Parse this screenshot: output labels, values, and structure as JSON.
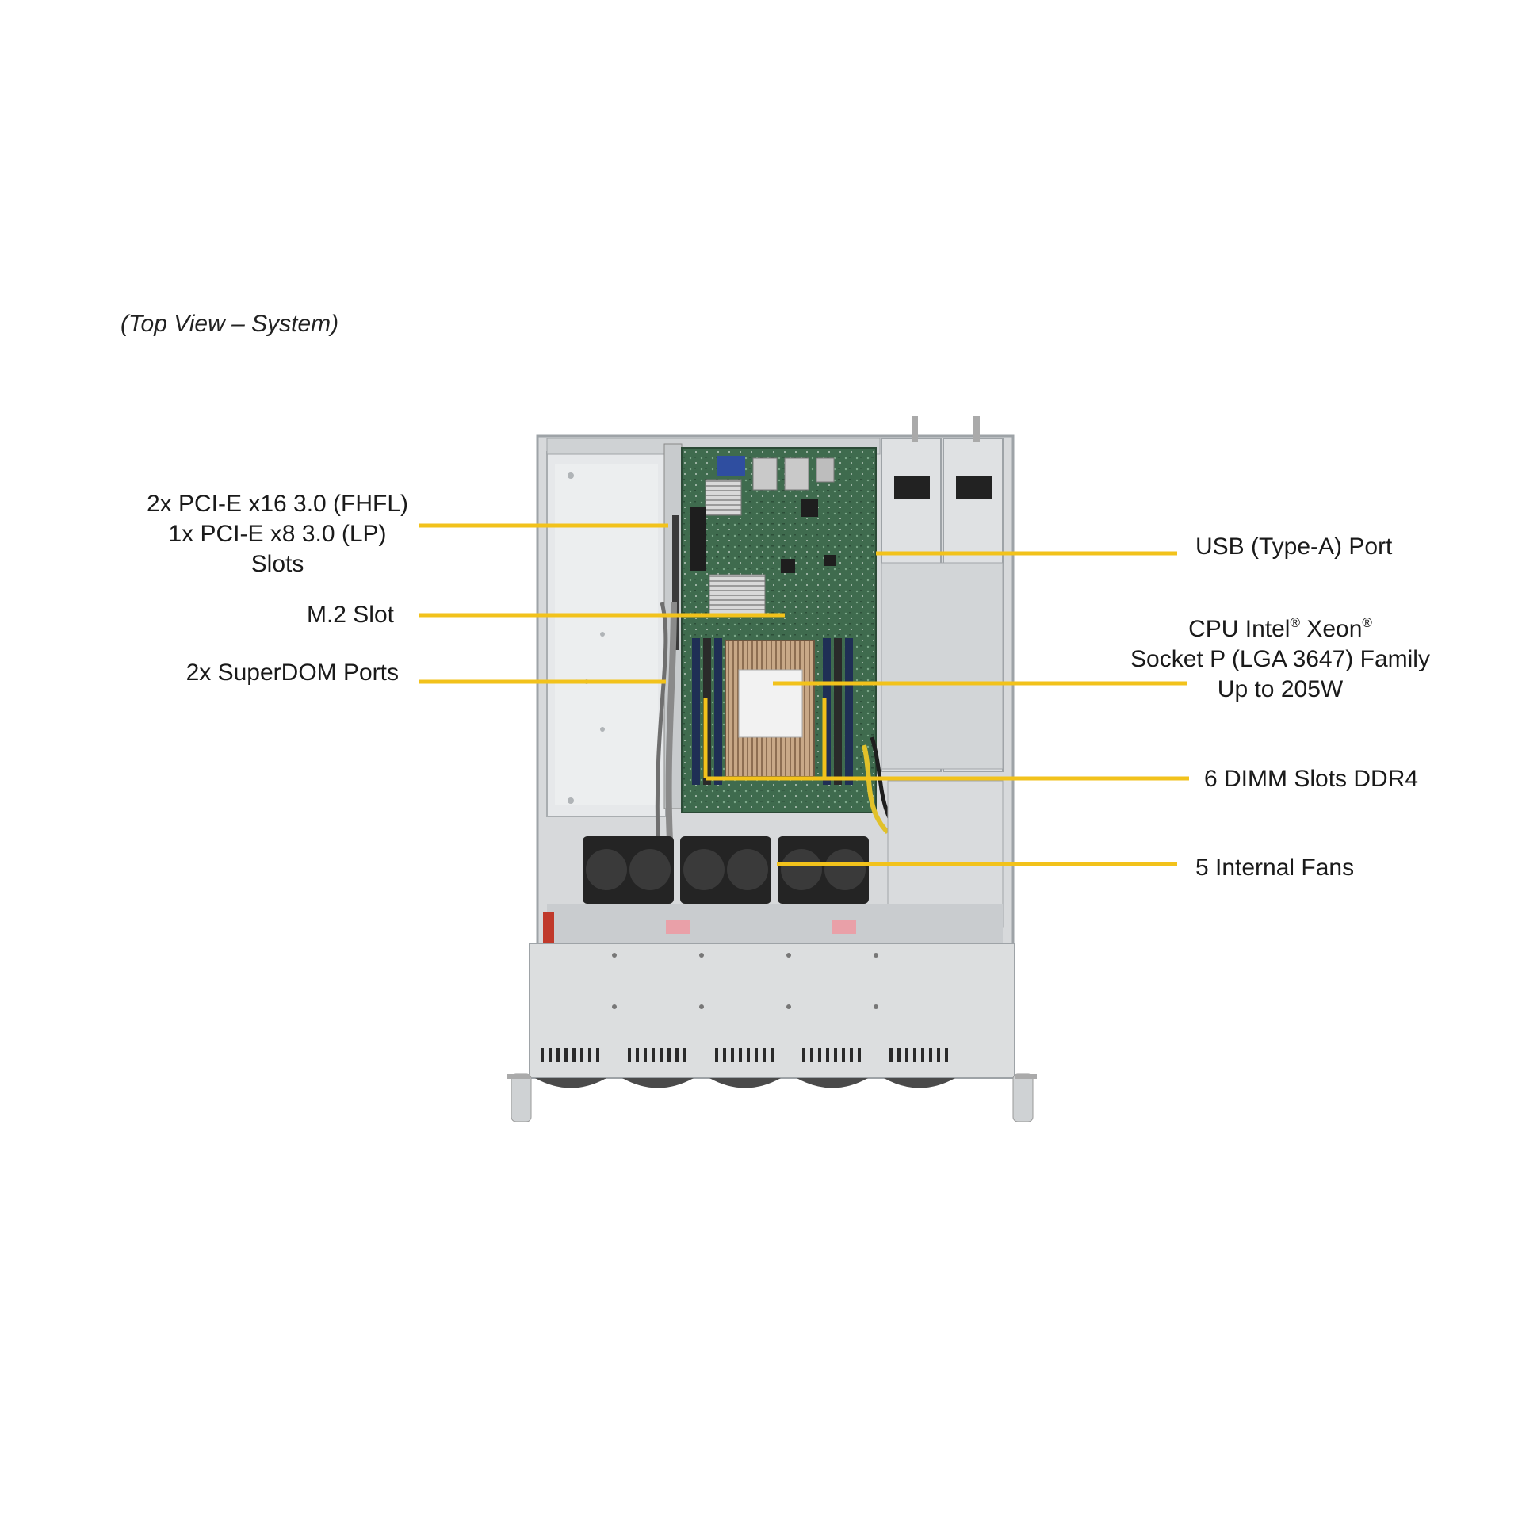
{
  "caption": "(Top View – System)",
  "accent_color": "#f2c21b",
  "callouts": [
    {
      "id": "pcie",
      "lines": [
        "2x PCI-E x16 3.0 (FHFL)",
        "1x PCI-E x8 3.0 (LP)",
        "Slots"
      ]
    },
    {
      "id": "m2",
      "lines": [
        "M.2 Slot"
      ]
    },
    {
      "id": "superdom",
      "lines": [
        "2x SuperDOM Ports"
      ]
    },
    {
      "id": "usb",
      "lines": [
        "USB (Type-A) Port"
      ]
    },
    {
      "id": "cpu",
      "lines": [
        "CPU Intel",
        "Socket P (LGA 3647) Family",
        "Up to 205W"
      ],
      "cpu_line1_parts": [
        "CPU Intel",
        "®",
        " Xeon",
        "®"
      ]
    },
    {
      "id": "dimm",
      "lines": [
        "6 DIMM Slots DDR4"
      ]
    },
    {
      "id": "fans",
      "lines": [
        "5 Internal Fans"
      ]
    }
  ]
}
